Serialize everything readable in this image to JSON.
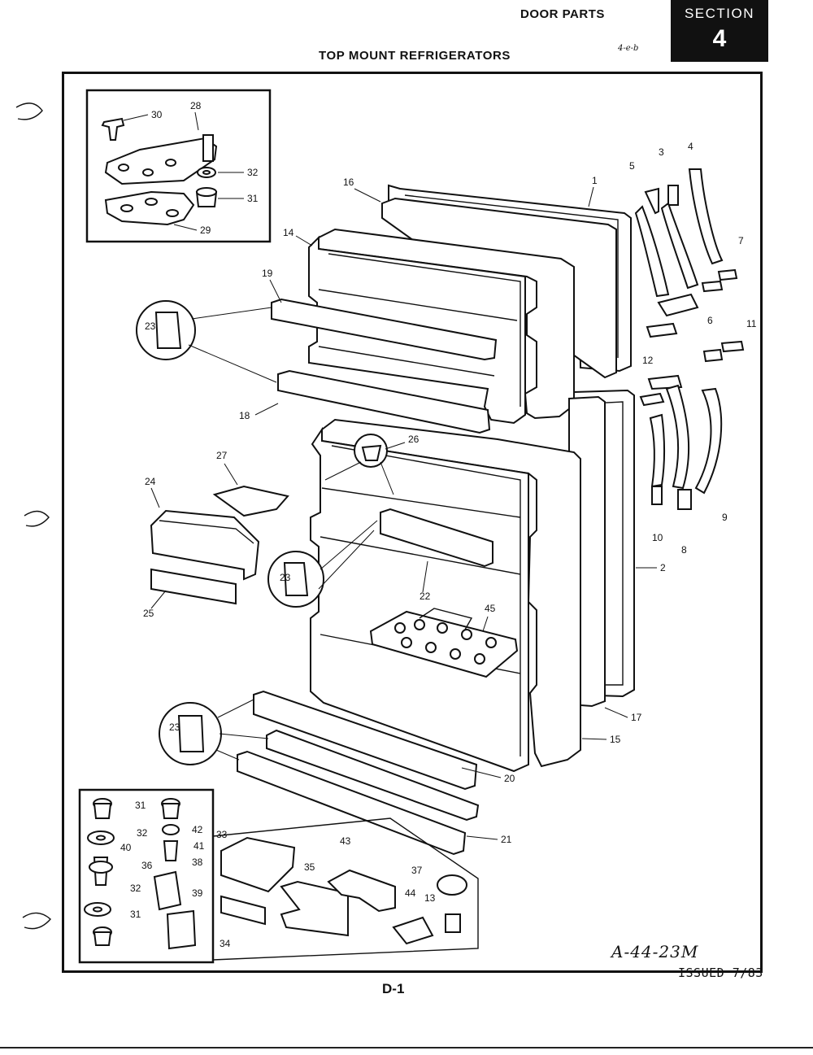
{
  "header": {
    "title": "DOOR PARTS",
    "section_label": "SECTION",
    "section_number": "4",
    "subtitle": "TOP MOUNT REFRIGERATORS",
    "handwritten_note": "4-e-b"
  },
  "footer": {
    "drawing_code": "A-44-23M",
    "issued": "ISSUED 7/83",
    "page_id": "D-1"
  },
  "callouts": {
    "c1": "1",
    "c2": "2",
    "c3": "3",
    "c4": "4",
    "c5": "5",
    "c6": "6",
    "c7": "7",
    "c8": "8",
    "c9": "9",
    "c10": "10",
    "c11": "11",
    "c12": "12",
    "c13": "13",
    "c14": "14",
    "c15": "15",
    "c16": "16",
    "c17": "17",
    "c18": "18",
    "c19": "19",
    "c20": "20",
    "c21": "21",
    "c22": "22",
    "c23": "23",
    "c24": "24",
    "c25": "25",
    "c26": "26",
    "c27": "27",
    "c28": "28",
    "c29": "29",
    "c30": "30",
    "c31": "31",
    "c32": "32",
    "c33": "33",
    "c34": "34",
    "c35": "35",
    "c36": "36",
    "c37": "37",
    "c38": "38",
    "c39": "39",
    "c40": "40",
    "c41": "41",
    "c42": "42",
    "c43": "43",
    "c44": "44",
    "c45": "45"
  }
}
